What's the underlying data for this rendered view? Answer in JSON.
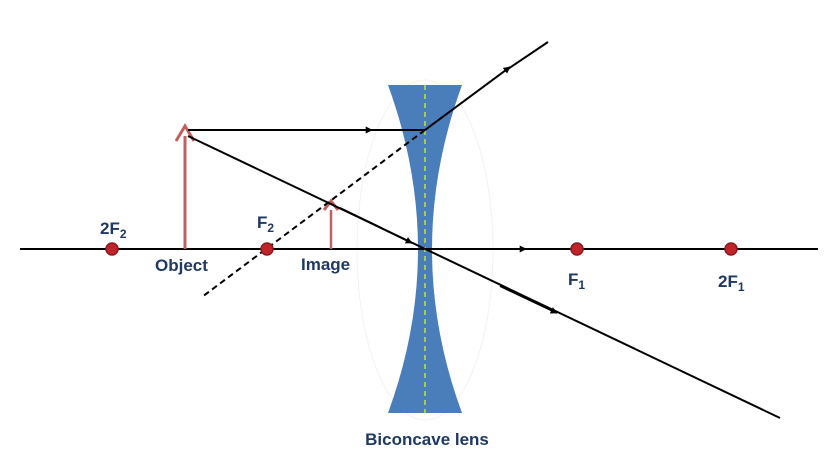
{
  "labels": {
    "two_f2_main": "2F",
    "two_f2_sub": "2",
    "f2_main": "F",
    "f2_sub": "2",
    "object": "Object",
    "image": "Image",
    "f1_main": "F",
    "f1_sub": "1",
    "two_f1_main": "2F",
    "two_f1_sub": "1",
    "lens_caption": "Biconcave lens"
  },
  "colors": {
    "ray": "#000000",
    "point_fill": "#c0242b",
    "point_stroke": "#8b1a1f",
    "object_arrow": "#c0605f",
    "lens_fill": "#4a7ebb",
    "lens_halo": "#ffffff",
    "lens_axis": "#a9c94a",
    "label_text": "#1f3864"
  }
}
